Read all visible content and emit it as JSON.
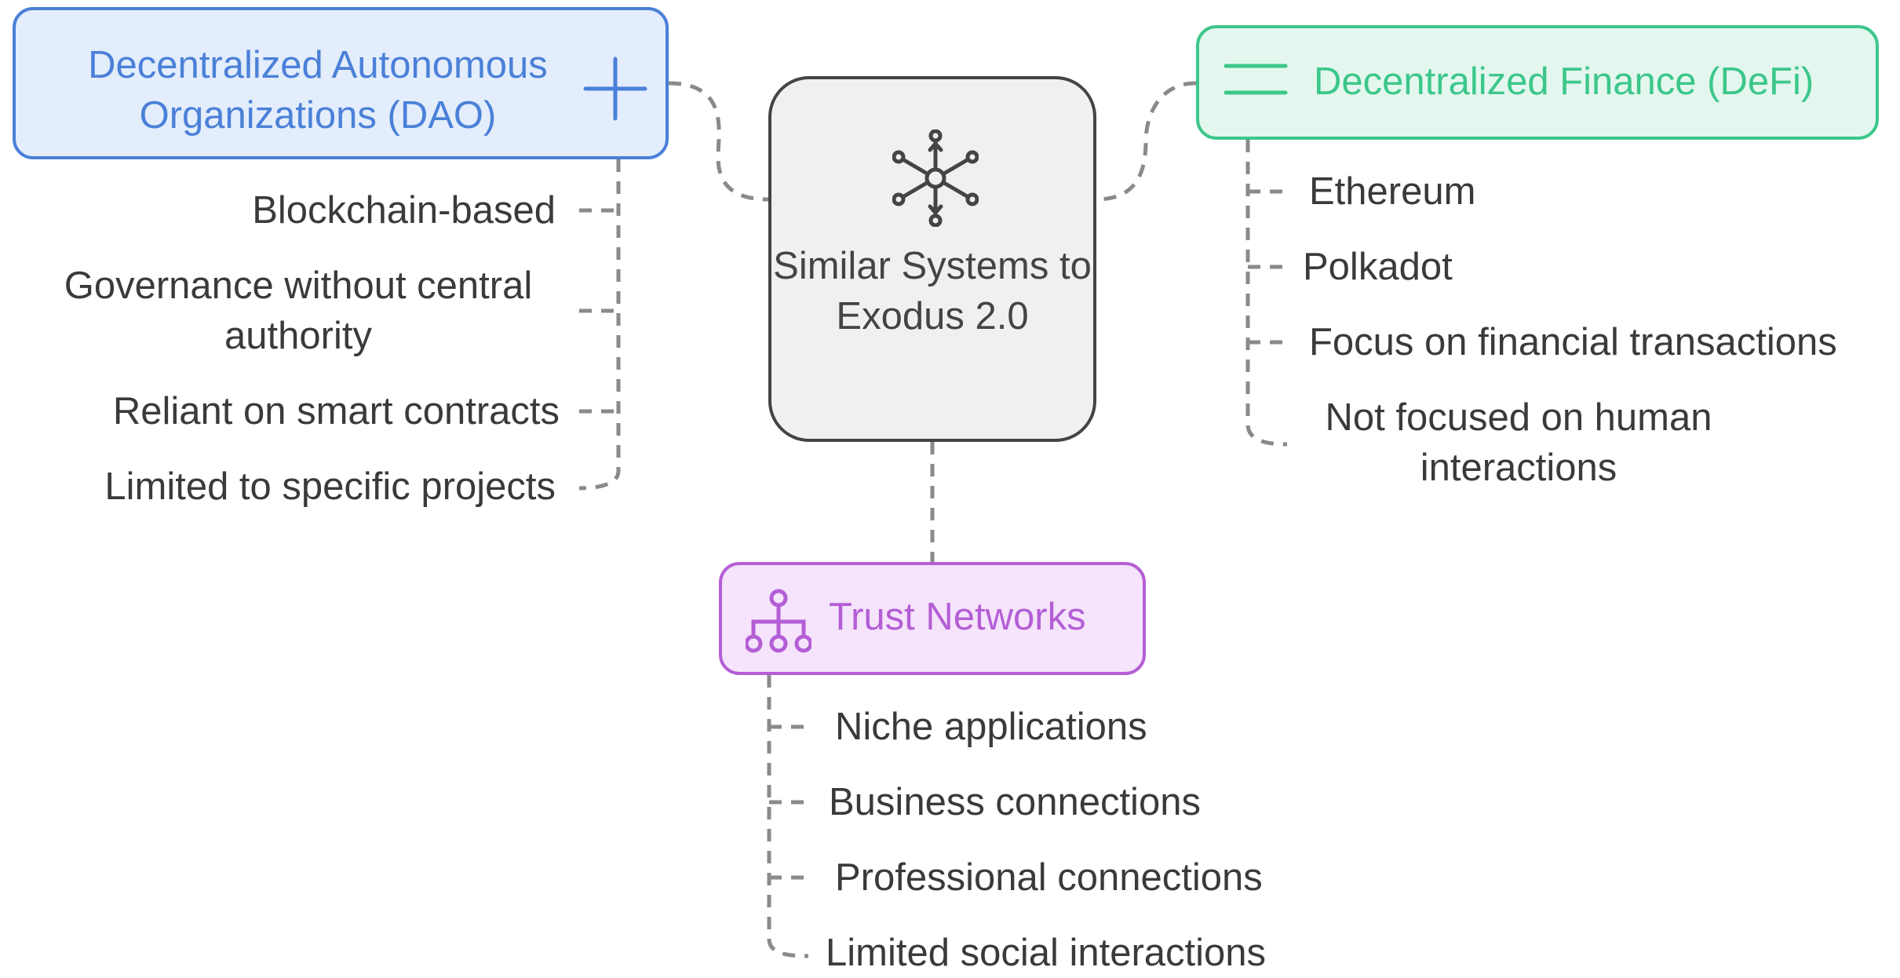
{
  "center": {
    "title": "Similar Systems to Exodus 2.0",
    "icon": "network-hub-icon"
  },
  "dao": {
    "title": "Decentralized Autonomous Organizations (DAO)",
    "icon": "plus-icon",
    "color": "#4a80d8",
    "items": [
      "Blockchain-based",
      "Governance without central authority",
      "Reliant on smart contracts",
      "Limited to specific projects"
    ]
  },
  "defi": {
    "title": "Decentralized Finance (DeFi)",
    "icon": "equals-icon",
    "color": "#3cc78a",
    "items": [
      "Ethereum",
      "Polkadot",
      "Focus on financial transactions",
      "Not focused on human interactions"
    ]
  },
  "trust": {
    "title": "Trust Networks",
    "icon": "hierarchy-icon",
    "color": "#b45ed6",
    "items": [
      "Niche applications",
      "Business connections",
      "Professional connections",
      "Limited social interactions"
    ]
  }
}
